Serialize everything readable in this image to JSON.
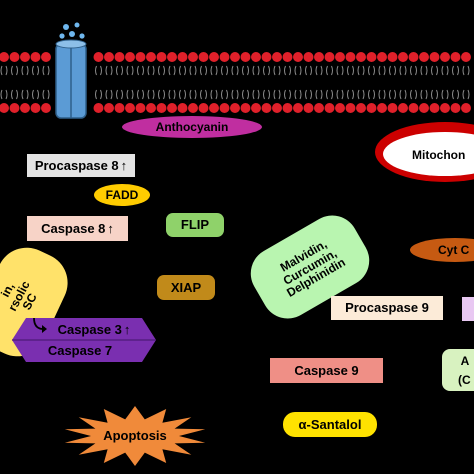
{
  "colors": {
    "background": "#000000",
    "membrane_head": "#e0202a",
    "membrane_tail": "#8a8a8a",
    "channel": "#5b9bd5",
    "channel_drops": "#6fb7ee",
    "anthocyanin": "#c02ea0",
    "procaspase8": "#e4e4e4",
    "fadd": "#ffcc00",
    "caspase8": "#f7d3c7",
    "flip": "#8fd26a",
    "xiap": "#c18a1a",
    "yellow_blob": "#ffe26a",
    "caspase37": "#7a2fb0",
    "combo": "#b9f5b0",
    "cytc": "#c65a12",
    "procaspase9": "#fcebd8",
    "caspase9": "#ef8f86",
    "santalol": "#ffe200",
    "apoptosis": "#f08a3a",
    "mitochondria": "#cc0000",
    "right_box": "#e8c8f2",
    "right_box2": "#d8f2c0"
  },
  "icons": {
    "up_arrow": "↑"
  },
  "labels": {
    "anthocyanin": "Anthocyanin",
    "mitochondria": "Mitochon",
    "procaspase8": "Procaspase 8",
    "fadd": "FADD",
    "caspase8": "Caspase 8",
    "flip": "FLIP",
    "xiap": "XIAP",
    "blob_line1": "in,",
    "blob_line2": "rsolic",
    "blob_line3": "SC",
    "caspase3": "Caspase 3",
    "caspase7": "Caspase 7",
    "combo_line1": "Malvidin,",
    "combo_line2": "Curcumin,",
    "combo_line3": "Delphinidin",
    "cytc": "Cyt C",
    "procaspase9": "Procaspase 9",
    "caspase9": "Caspase 9",
    "santalol": "α-Santalol",
    "apoptosis": "Apoptosis",
    "right_line1": "A",
    "right_line2": "(C"
  }
}
